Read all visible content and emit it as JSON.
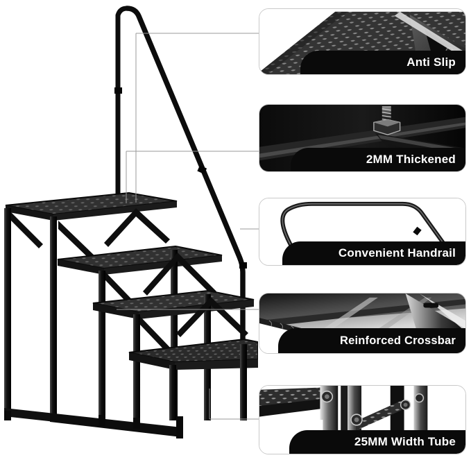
{
  "product": {
    "name": "4-step mobile home stair with handrail",
    "alt": "Black steel 4-step RV stairs with diamond plate treads and curved handrail",
    "steps": 4,
    "frame_color": "#151515",
    "tread_color": "#2e2e2e",
    "handrail_color": "#101010",
    "background": "#ffffff"
  },
  "features": [
    {
      "id": "anti-slip",
      "label": "Anti Slip",
      "art": "diamond-plate-tread-closeup",
      "panel_bg": "#3a3a3a"
    },
    {
      "id": "thickened",
      "label": "2MM Thickened",
      "art": "bolt-and-plate-edge-closeup",
      "panel_bg": "#0d0d0d"
    },
    {
      "id": "handrail",
      "label": "Convenient Handrail",
      "art": "handrail-tube-outline",
      "panel_bg": "#ffffff"
    },
    {
      "id": "crossbar",
      "label": "Reinforced Crossbar",
      "art": "underside-crossbar-closeup",
      "panel_bg": "#5a5a5a"
    },
    {
      "id": "width-tube",
      "label": "25MM Width Tube",
      "art": "square-tube-leg-closeup",
      "panel_bg": "#d8d8d8"
    }
  ],
  "label_text_color": "#ffffff",
  "label_bar_color": "#0a0a0a",
  "leader_line_color": "#9a9a9a"
}
